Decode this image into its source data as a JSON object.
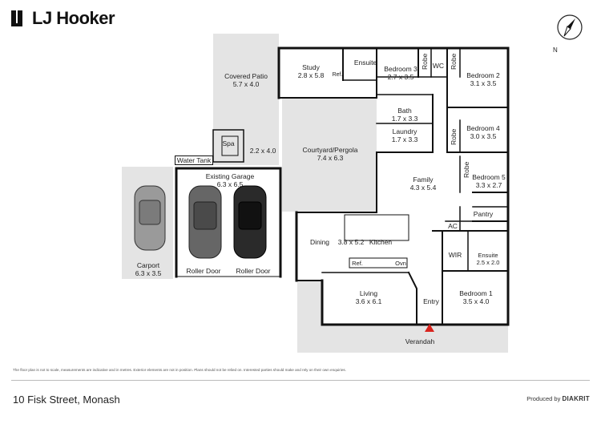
{
  "brand": {
    "name": "LJ Hooker",
    "accent": "#111111"
  },
  "compass": {
    "label": "N",
    "icon": "north-arrow-icon"
  },
  "address": "10 Fisk Street, Monash",
  "producer": {
    "prefix": "Produced by",
    "name": "DIAKRIT"
  },
  "disclaimer": "The floor plan is not to scale, measurements are indicative and in metres. Exterior elements are not in position. Plans should not be relied on. Interested parties should make and rely on their own enquiries.",
  "rooms": {
    "covered_patio": {
      "name": "Covered Patio",
      "dims": "5.7 x 4.0"
    },
    "study": {
      "name": "Study",
      "dims": "2.8 x 5.8"
    },
    "ensuite_top": {
      "name": "Ensuite"
    },
    "bedroom3": {
      "name": "Bedroom 3",
      "dims": "2.7 x 3.5"
    },
    "robe_b3": {
      "name": "Robe"
    },
    "wc": {
      "name": "WC"
    },
    "robe_b2": {
      "name": "Robe"
    },
    "bedroom2": {
      "name": "Bedroom 2",
      "dims": "3.1 x 3.5"
    },
    "ref_study": {
      "name": "Ref."
    },
    "bath": {
      "name": "Bath",
      "dims": "1.7 x 3.3"
    },
    "laundry": {
      "name": "Laundry",
      "dims": "1.7 x 3.3"
    },
    "bedroom4": {
      "name": "Bedroom 4",
      "dims": "3.0 x 3.5"
    },
    "robe_b4": {
      "name": "Robe"
    },
    "spa": {
      "name": "Spa"
    },
    "spa_area": {
      "dims": "2.2 x 4.0"
    },
    "courtyard": {
      "name": "Courtyard/Pergola",
      "dims": "7.4 x 6.3"
    },
    "water_tank": {
      "name": "Water Tank"
    },
    "garage": {
      "name": "Existing Garage",
      "dims": "6.3 x 6.5"
    },
    "family": {
      "name": "Family",
      "dims": "4.3 x 5.4"
    },
    "robe_b5": {
      "name": "Robe"
    },
    "bedroom5": {
      "name": "Bedroom 5",
      "dims": "3.3 x 2.7"
    },
    "pantry": {
      "name": "Pantry"
    },
    "ac": {
      "name": "AC"
    },
    "carport": {
      "name": "Carport",
      "dims": "6.3 x 3.5"
    },
    "dining": {
      "name": "Dining"
    },
    "kitchen_dims": {
      "dims": "3.8 x 5.2"
    },
    "kitchen": {
      "name": "Kitchen"
    },
    "wir": {
      "name": "WIR"
    },
    "ensuite_b1": {
      "name": "Ensuite",
      "dims": "2.5 x 2.0"
    },
    "ref_kitchen": {
      "name": "Ref."
    },
    "oven": {
      "name": "Ovn"
    },
    "roller1": {
      "name": "Roller Door"
    },
    "roller2": {
      "name": "Roller Door"
    },
    "living": {
      "name": "Living",
      "dims": "3.6 x 6.1"
    },
    "entry": {
      "name": "Entry"
    },
    "bedroom1": {
      "name": "Bedroom 1",
      "dims": "3.5 x 4.0"
    },
    "verandah": {
      "name": "Verandah"
    }
  }
}
